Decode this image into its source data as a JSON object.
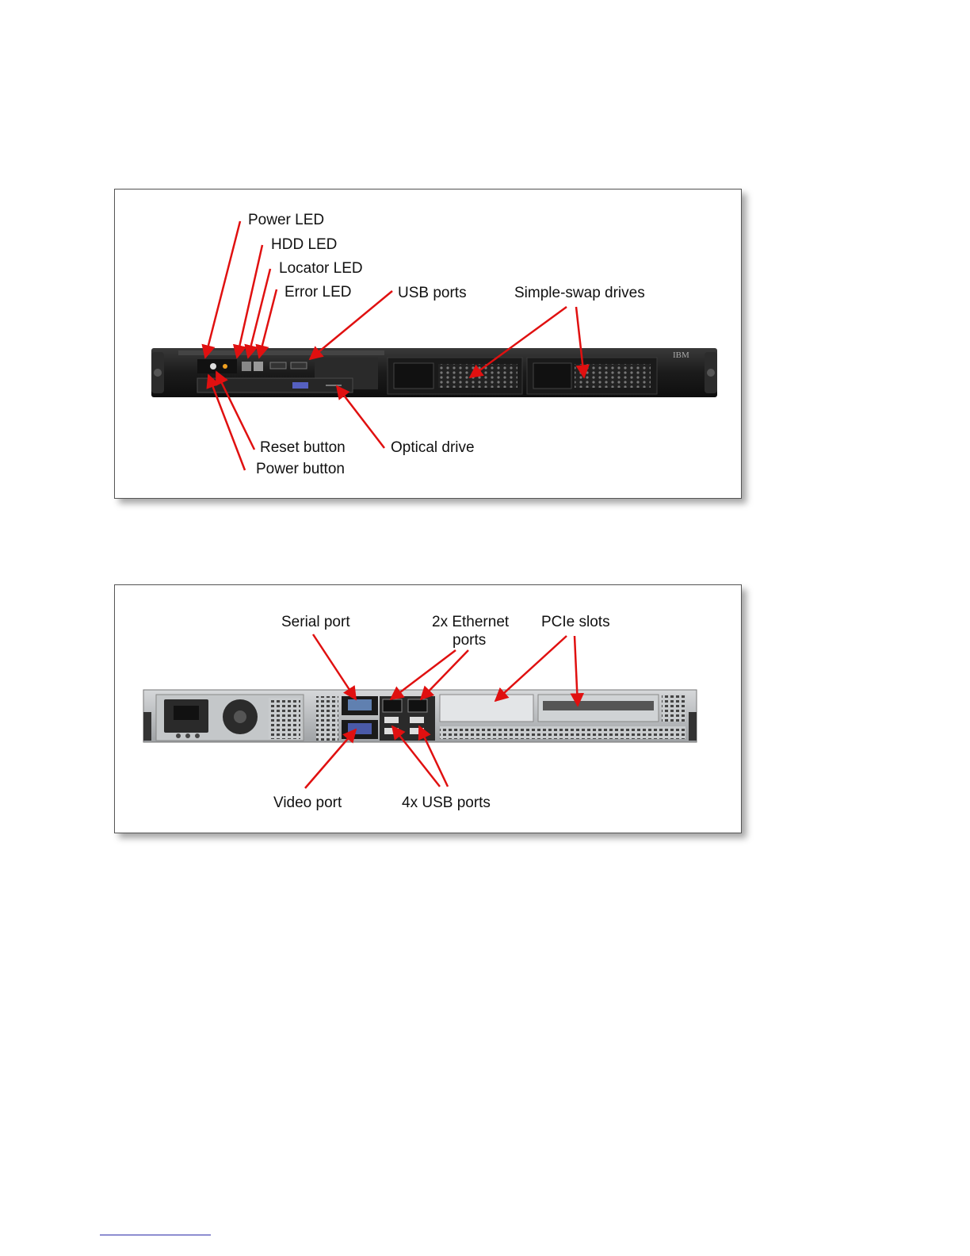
{
  "front_figure": {
    "labels": {
      "power_led": "Power LED",
      "hdd_led": "HDD LED",
      "locator_led": "Locator LED",
      "error_led": "Error LED",
      "usb_ports": "USB ports",
      "simple_swap_drives": "Simple-swap drives",
      "reset_button": "Reset button",
      "power_button": "Power button",
      "optical_drive": "Optical drive"
    },
    "brand": "IBM"
  },
  "rear_figure": {
    "labels": {
      "serial_port": "Serial port",
      "ethernet_ports_line1": "2x Ethernet",
      "ethernet_ports_line2": "ports",
      "pcie_slots": "PCIe slots",
      "video_port": "Video port",
      "usb_ports": "4x USB ports"
    }
  },
  "colors": {
    "callout_arrow": "#e01010",
    "chassis_dark": "#1c1c1c",
    "chassis_silver": "#b9bcbf"
  }
}
